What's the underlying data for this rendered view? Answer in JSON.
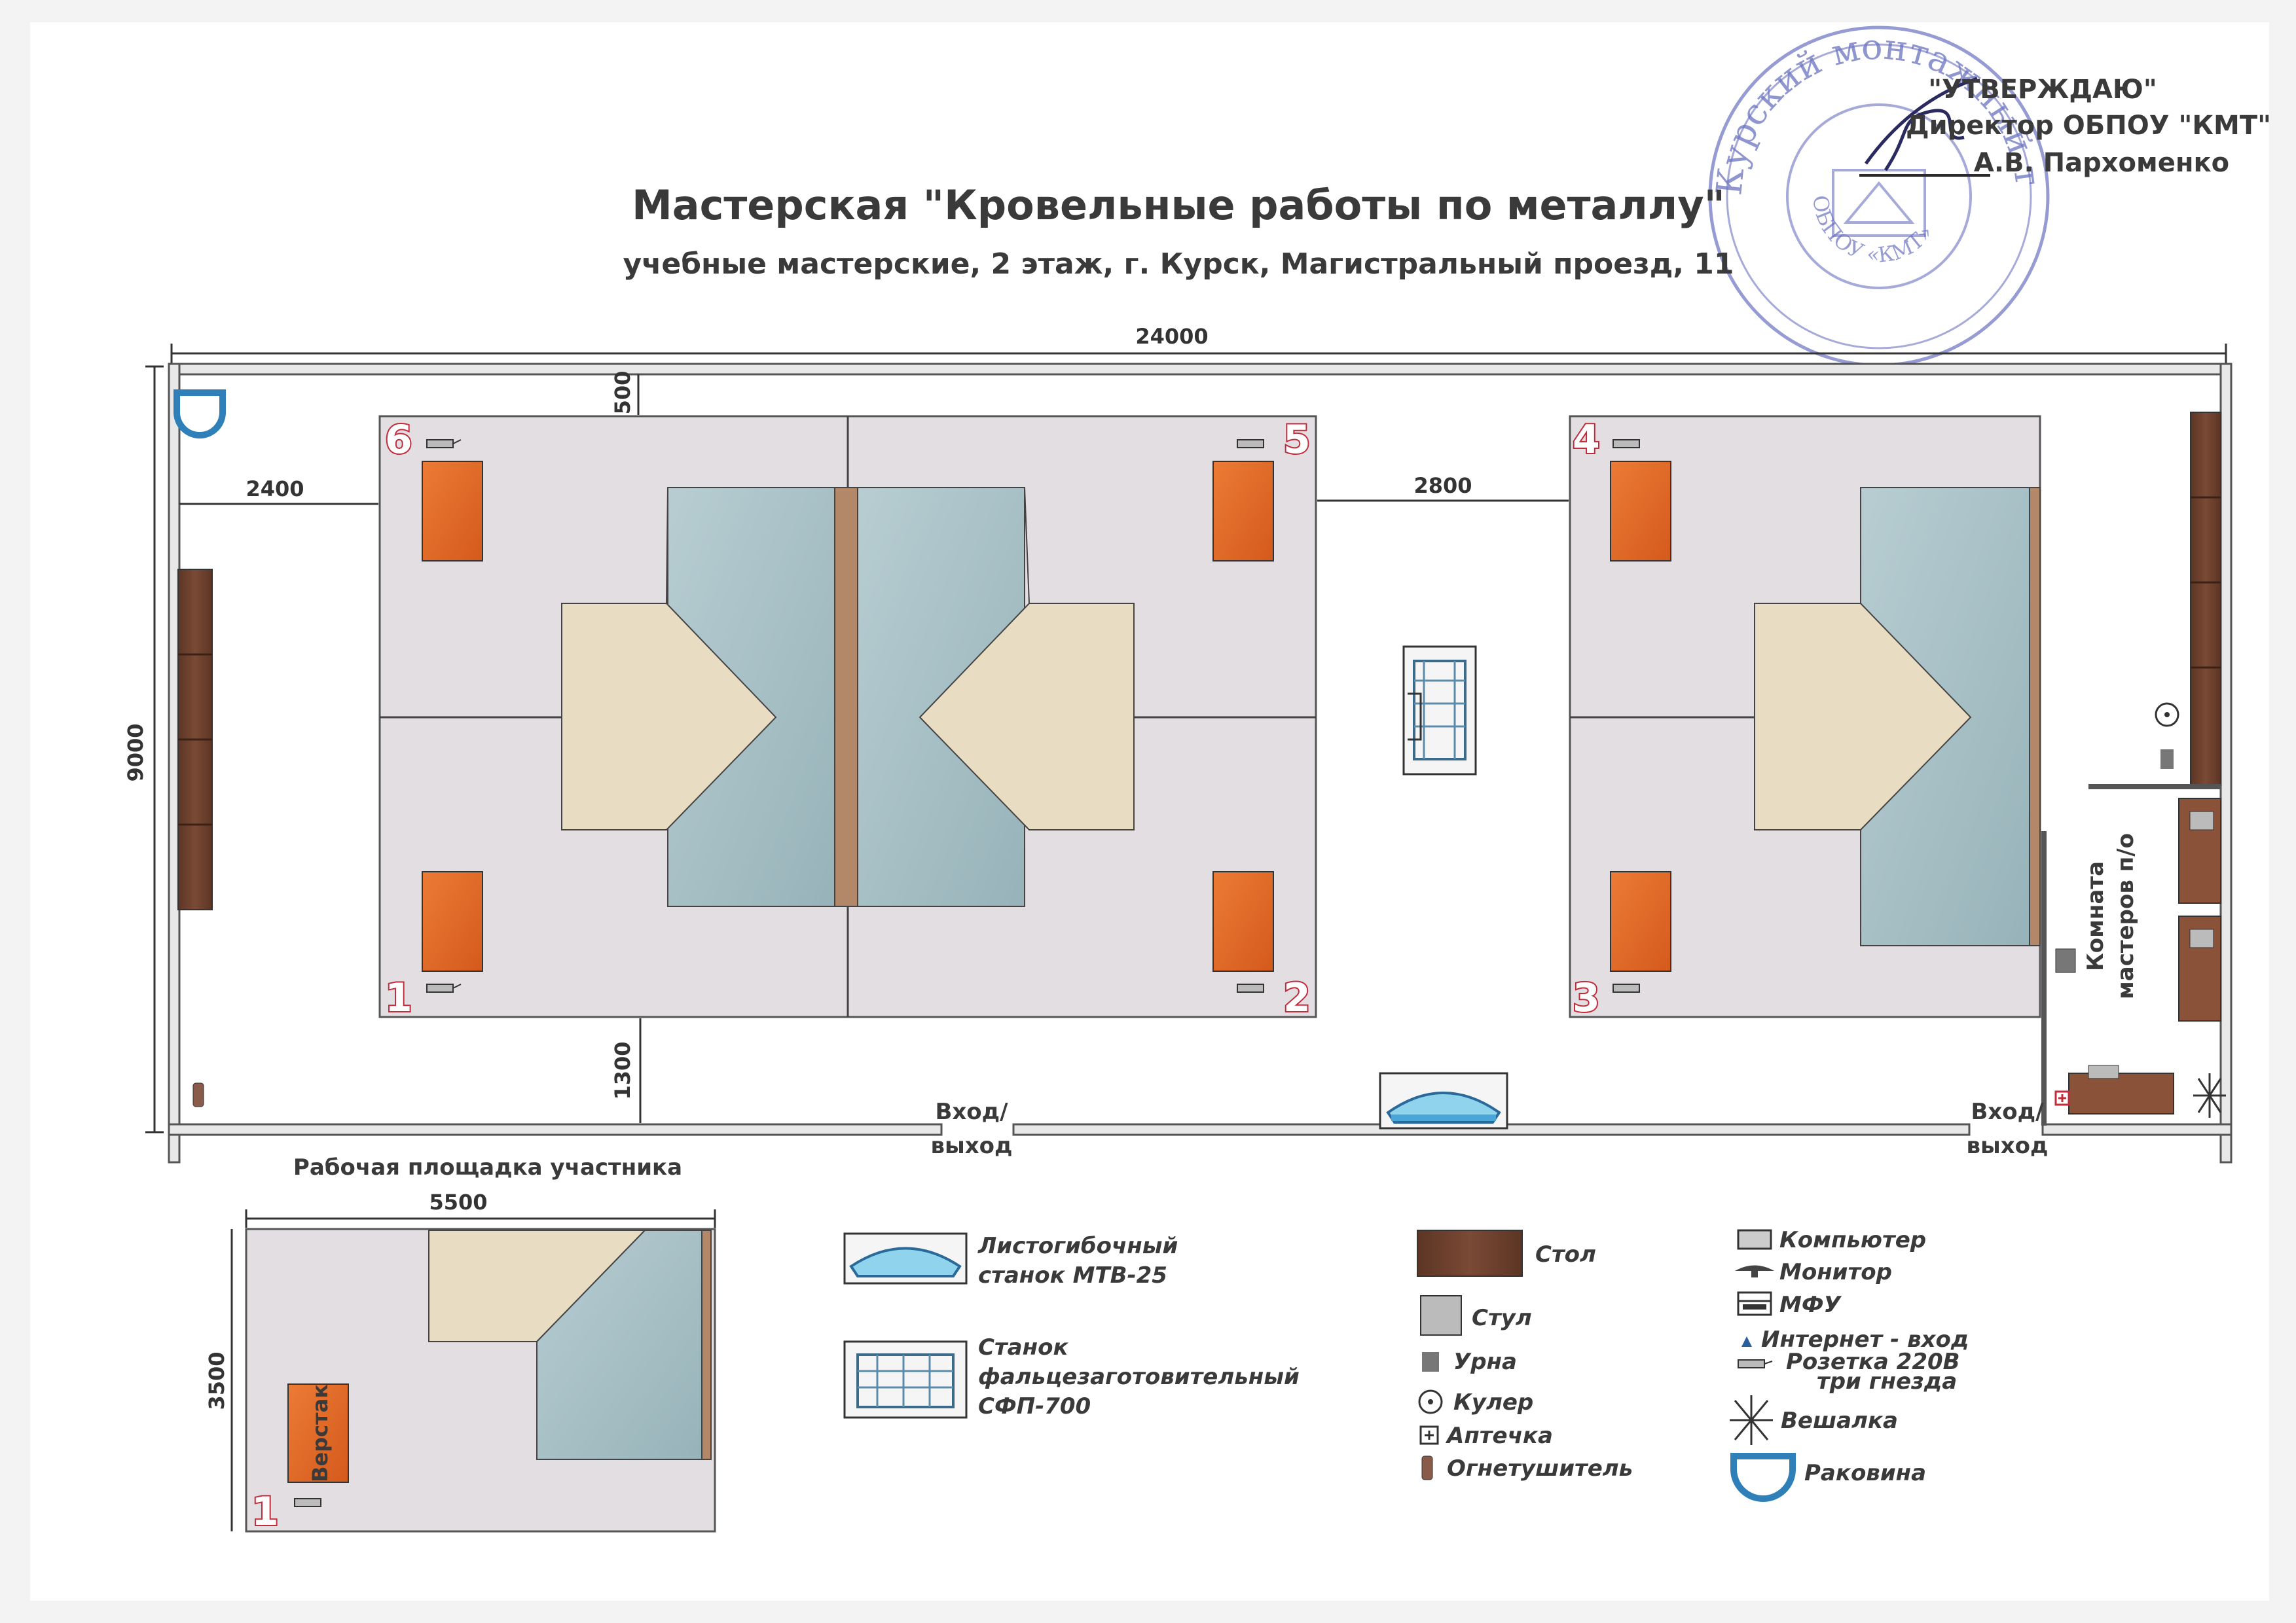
{
  "approval": {
    "line1": "\"УТВЕРЖДАЮ\"",
    "line2": "Директор ОБПОУ \"КМТ\"",
    "line3": "А.В. Пархоменко",
    "stamp_text_outer": "Курский монтажный техникум",
    "stamp_text_inner": "ОБПОУ «КМТ»",
    "stamp_color": "#5b63b0"
  },
  "title": "Мастерская \"Кровельные работы по металлу\"",
  "subtitle": "учебные мастерские, 2 этаж, г. Курск, Магистральный проезд, 11",
  "dimensions": {
    "total_width": "24000",
    "total_height": "9000",
    "left_gap": "2400",
    "middle_gap": "2800",
    "top_gap": "500",
    "bottom_gap": "1300",
    "workplace_width": "5500",
    "workplace_height": "3500"
  },
  "workplace_numbers": [
    "1",
    "2",
    "3",
    "4",
    "5",
    "6"
  ],
  "labels": {
    "entrance_1": "Вход/\nвыход",
    "entrance_2": "Вход/\nвыход",
    "masters_room": "Комната\nмастеров п/о",
    "participant_area": "Рабочая площадка участника",
    "workbench": "Верстак",
    "workplace_number": "1"
  },
  "legend": {
    "machines": [
      {
        "icon": "bending-machine-icon",
        "label_1": "Листогибочный",
        "label_2": "станок МТВ-25"
      },
      {
        "icon": "folding-machine-icon",
        "label_1": "Станок",
        "label_2": "фальцезаготовительный",
        "label_3": "СФП-700"
      }
    ],
    "furniture": [
      {
        "icon": "table-icon",
        "label": "Стол"
      },
      {
        "icon": "chair-icon",
        "label": "Стул"
      },
      {
        "icon": "bin-icon",
        "label": "Урна"
      },
      {
        "icon": "cooler-icon",
        "label": "Кулер"
      },
      {
        "icon": "first-aid-icon",
        "label": "Аптечка"
      },
      {
        "icon": "extinguisher-icon",
        "label": "Огнетушитель"
      }
    ],
    "equipment": [
      {
        "icon": "computer-icon",
        "label": "Компьютер"
      },
      {
        "icon": "monitor-icon",
        "label": "Монитор"
      },
      {
        "icon": "mfp-icon",
        "label": "МФУ"
      },
      {
        "icon": "internet-icon",
        "label": "Интернет - вход"
      },
      {
        "icon": "socket-icon",
        "label": "Розетка 220В",
        "label_2": "три гнезда"
      },
      {
        "icon": "hanger-icon",
        "label": "Вешалка"
      },
      {
        "icon": "sink-icon",
        "label": "Раковина"
      }
    ]
  },
  "colors": {
    "wall": "#5a5a5a",
    "zone_floor": "#e0dcdf",
    "table_orange": "#e06a2a",
    "machine_blue": "#a9c3c8",
    "machine_beige": "#e8dcc3",
    "brown_table": "#6a3f2c",
    "number_red": "#c22b3a"
  }
}
